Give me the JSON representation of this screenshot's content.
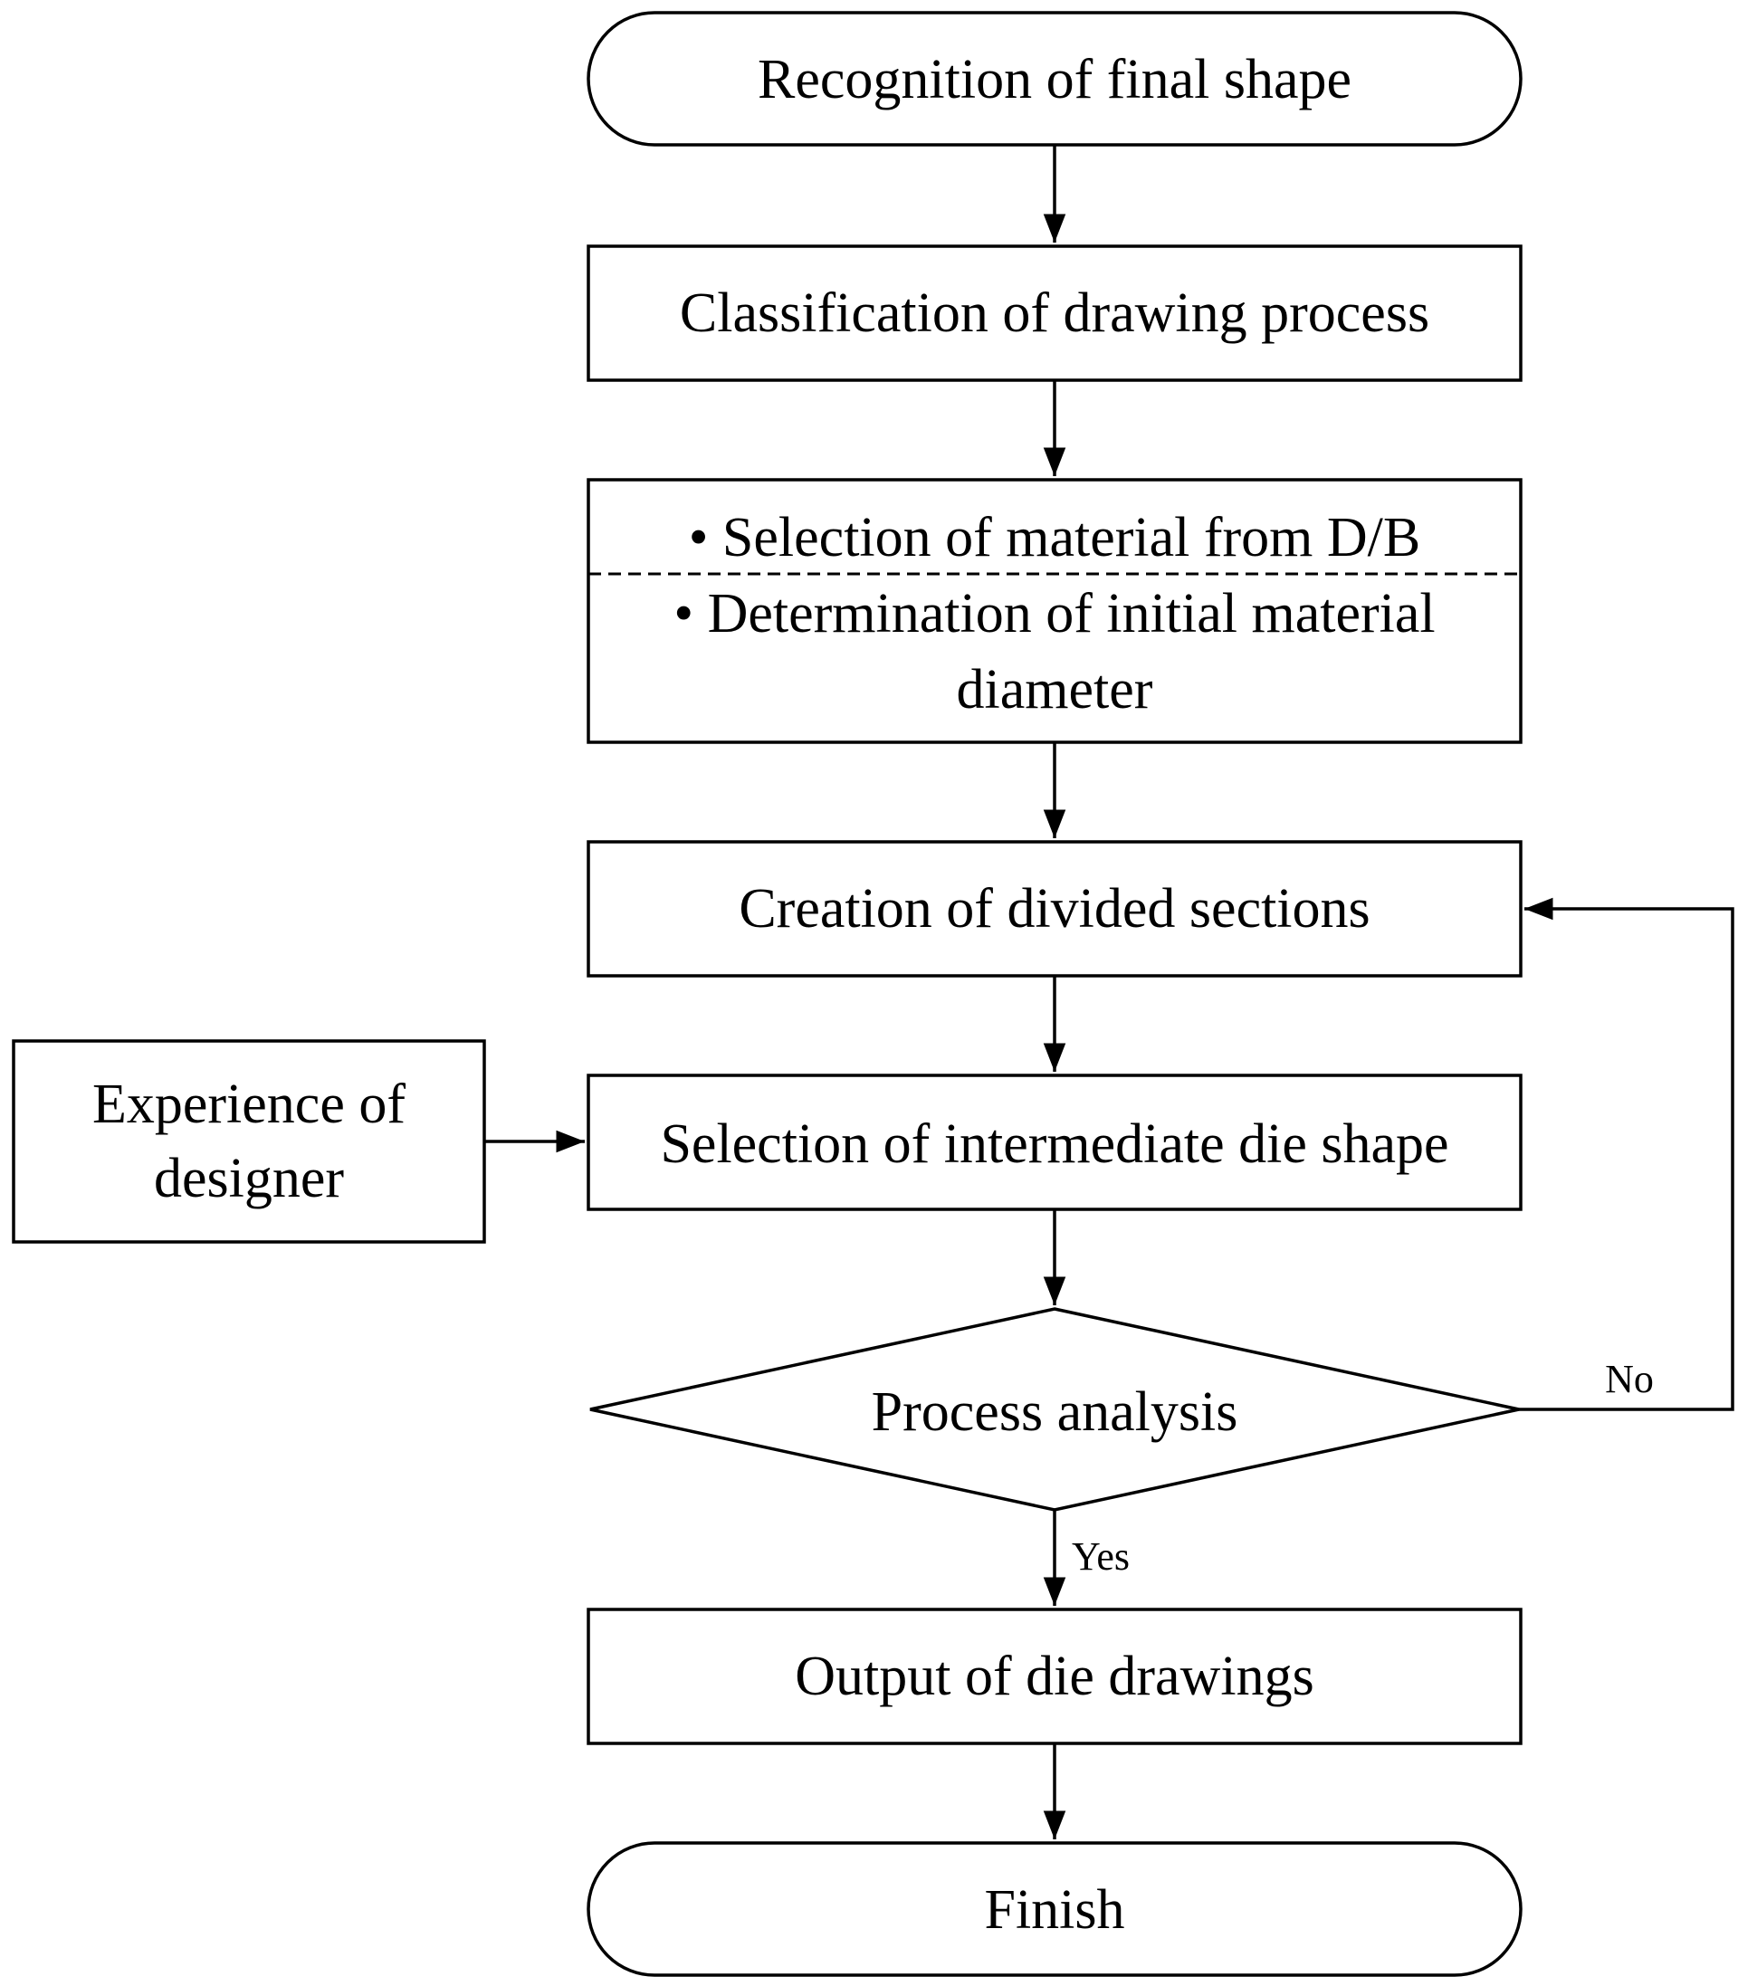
{
  "nodes": {
    "start": {
      "text": "Recognition of final shape"
    },
    "classification": {
      "text": "Classification of drawing process"
    },
    "material": {
      "line1": "• Selection of material from D/B",
      "line2a": "• Determination of initial material",
      "line2b": "diameter"
    },
    "sections": {
      "text": "Creation of divided sections"
    },
    "die_shape": {
      "text": "Selection of intermediate die shape"
    },
    "experience": {
      "line1": "Experience of",
      "line2": "designer"
    },
    "analysis": {
      "text": "Process analysis"
    },
    "output": {
      "text": "Output of die drawings"
    },
    "finish": {
      "text": "Finish"
    }
  },
  "edges": {
    "no_label": "No",
    "yes_label": "Yes"
  }
}
